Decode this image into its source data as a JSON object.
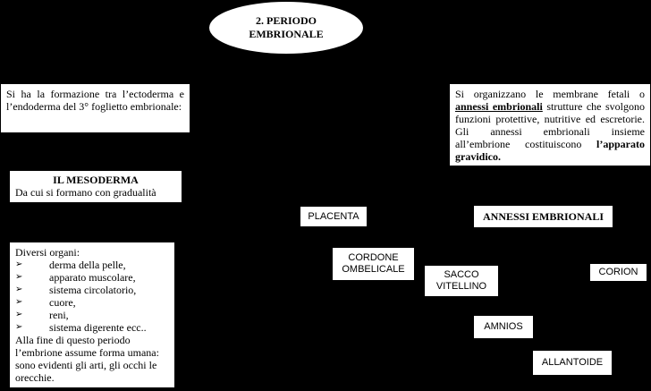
{
  "title": {
    "line1": "2. PERIODO",
    "line2": "EMBRIONALE"
  },
  "left_intro": "Si ha la formazione tra l’ectoderma e l’endoderma del 3° foglietto embrionale:",
  "right_intro": {
    "part1": "Si organizzano le membrane fetali o ",
    "underlined": "annessi embrionali",
    "part2": " strutture che svolgono funzioni protettive, nutritive ed escretorie. Gli annessi embrionali insieme all’embrione costituiscono ",
    "bold": "l’apparato gravidico."
  },
  "mesoderm": {
    "title": "IL MESODERMA",
    "subtitle": "Da cui si formano con gradualità"
  },
  "organs": {
    "heading": "Diversi organi:",
    "bullet_glyph": "➢",
    "items": [
      "derma della pelle,",
      "apparato muscolare,",
      "sistema circolatorio,",
      "cuore,",
      "reni,",
      "sistema digerente ecc.."
    ],
    "footer": "Alla fine di questo periodo l’embrione assume forma umana: sono evidenti gli arti, gli occhi le orecchie."
  },
  "nodes": {
    "placenta": "PLACENTA",
    "annessi": "ANNESSI EMBRIONALI",
    "cordone_line1": "CORDONE",
    "cordone_line2": "OMBELICALE",
    "sacco_line1": "SACCO",
    "sacco_line2": "VITELLINO",
    "corion": "CORION",
    "amnios": "AMNIOS",
    "allantoide": "ALLANTOIDE"
  }
}
